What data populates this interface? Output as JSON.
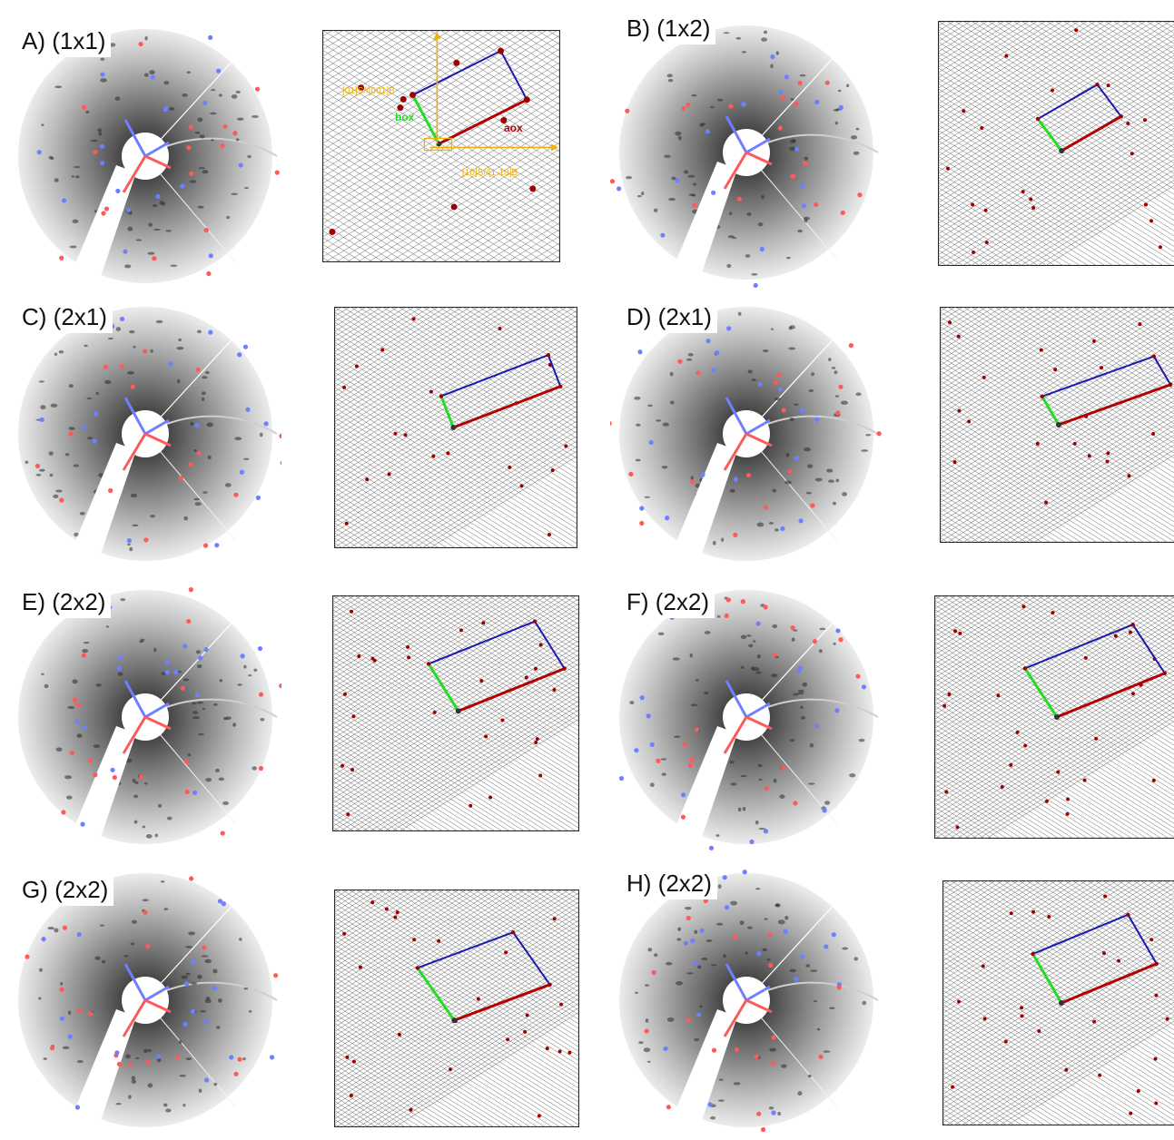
{
  "colors": {
    "grid": "#555555",
    "spot": "#a00000",
    "a_vector": "#b30000",
    "b_vector": "#22dd22",
    "unit_cell": "#1a1ab0",
    "axes": "#f0b000",
    "leed_blue": "#6f7fff",
    "leed_red": "#ff5a5a"
  },
  "panels": [
    {
      "label": "A) (1x1)"
    },
    {
      "label": "B) (1x2)"
    },
    {
      "label": "C) (2x1)"
    },
    {
      "label": "D) (2x1)"
    },
    {
      "label": "E) (2x2)"
    },
    {
      "label": "F) (2x2)"
    },
    {
      "label": "G) (2x2)"
    },
    {
      "label": "H) (2x2)"
    }
  ],
  "annotations": {
    "axis_vertical": "[01]S//[001]B",
    "axis_horizontal": "[10]S//[1-10]B",
    "a_ox": "aox",
    "b_ox": "box"
  }
}
